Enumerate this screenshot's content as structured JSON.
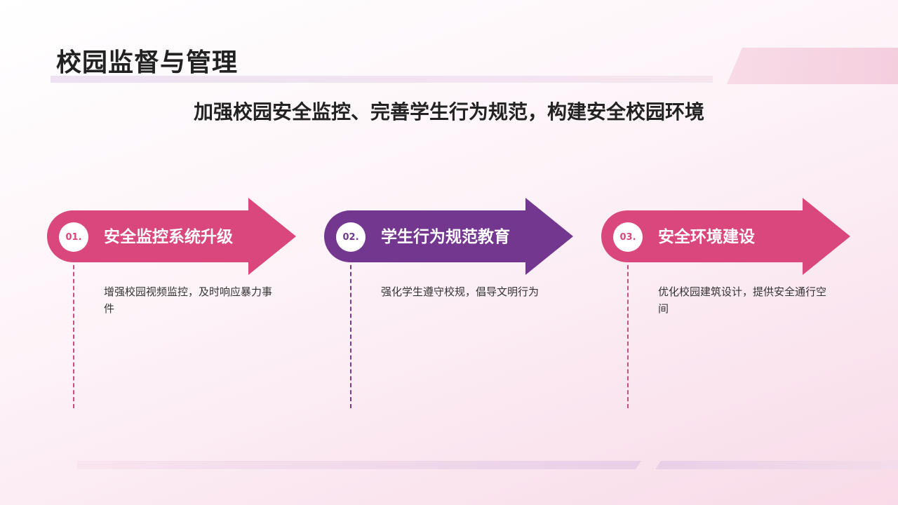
{
  "page": {
    "title": "校园监督与管理",
    "subtitle": "加强校园安全监控、完善学生行为规范，构建安全校园环境"
  },
  "colors": {
    "pink": "#d9477c",
    "pink_dark": "#c93e72",
    "purple": "#73378f",
    "purple_dark": "#663080",
    "dash_pink": "#c94f82",
    "dash_purple": "#7a3a94"
  },
  "steps": [
    {
      "number": "01.",
      "title": "安全监控系统升级",
      "description": "增强校园视频监控，及时响应暴力事件",
      "color": "#d9477c"
    },
    {
      "number": "02.",
      "title": "学生行为规范教育",
      "description": "强化学生遵守校规，倡导文明行为",
      "color": "#73378f"
    },
    {
      "number": "03.",
      "title": "安全环境建设",
      "description": "优化校园建筑设计，提供安全通行空间",
      "color": "#d9477c"
    }
  ]
}
